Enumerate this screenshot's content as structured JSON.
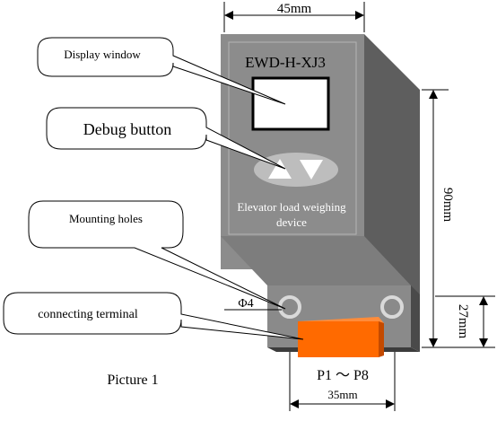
{
  "device": {
    "model": "EWD-H-XJ3",
    "name_line1": "Elevator load weighing",
    "name_line2": "device"
  },
  "callouts": {
    "display_window": "Display window",
    "debug_button": "Debug button",
    "mounting_holes": "Mounting holes",
    "connecting_terminal": "connecting terminal"
  },
  "dimensions": {
    "width_top": "45mm",
    "height_total": "90mm",
    "height_base": "27mm",
    "width_bottom": "35mm",
    "hole_diameter": "Φ4"
  },
  "terminal_label": "P1 ～ P8",
  "caption": "Picture 1",
  "colors": {
    "body_front": "#8c8c8c",
    "body_side": "#5e5e5e",
    "terminal": "#ff6a00",
    "terminal_side": "#c44a00"
  }
}
